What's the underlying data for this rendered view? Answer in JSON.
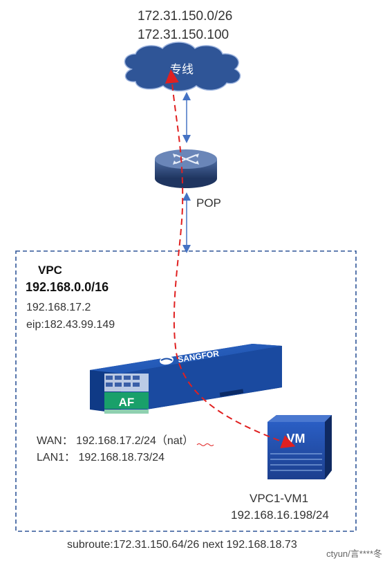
{
  "cloud": {
    "network": "172.31.150.0/26",
    "address": "172.31.150.100",
    "label": "专线"
  },
  "router": {
    "label": "POP"
  },
  "vpc": {
    "title": "VPC",
    "cidr": "192.168.0.0/16",
    "ip": "192.168.17.2",
    "eip": "eip:182.43.99.149"
  },
  "firewall": {
    "brand": "SANGFOR",
    "product": "AF",
    "wan": "WAN： 192.168.17.2/24（nat）",
    "lan": "LAN1： 192.168.18.73/24"
  },
  "vm": {
    "icon_label": "VM",
    "name": "VPC1-VM1",
    "ip": "192.168.16.198/24"
  },
  "subroute": "subroute:172.31.150.64/26 next 192.168.18.73",
  "watermark": "ctyun/言****冬",
  "colors": {
    "cloud": "#2f5597",
    "router": "#2c4a78",
    "arrow_blue": "#4472c4",
    "path_red": "#e02020",
    "vpc_border": "#2f5597"
  }
}
